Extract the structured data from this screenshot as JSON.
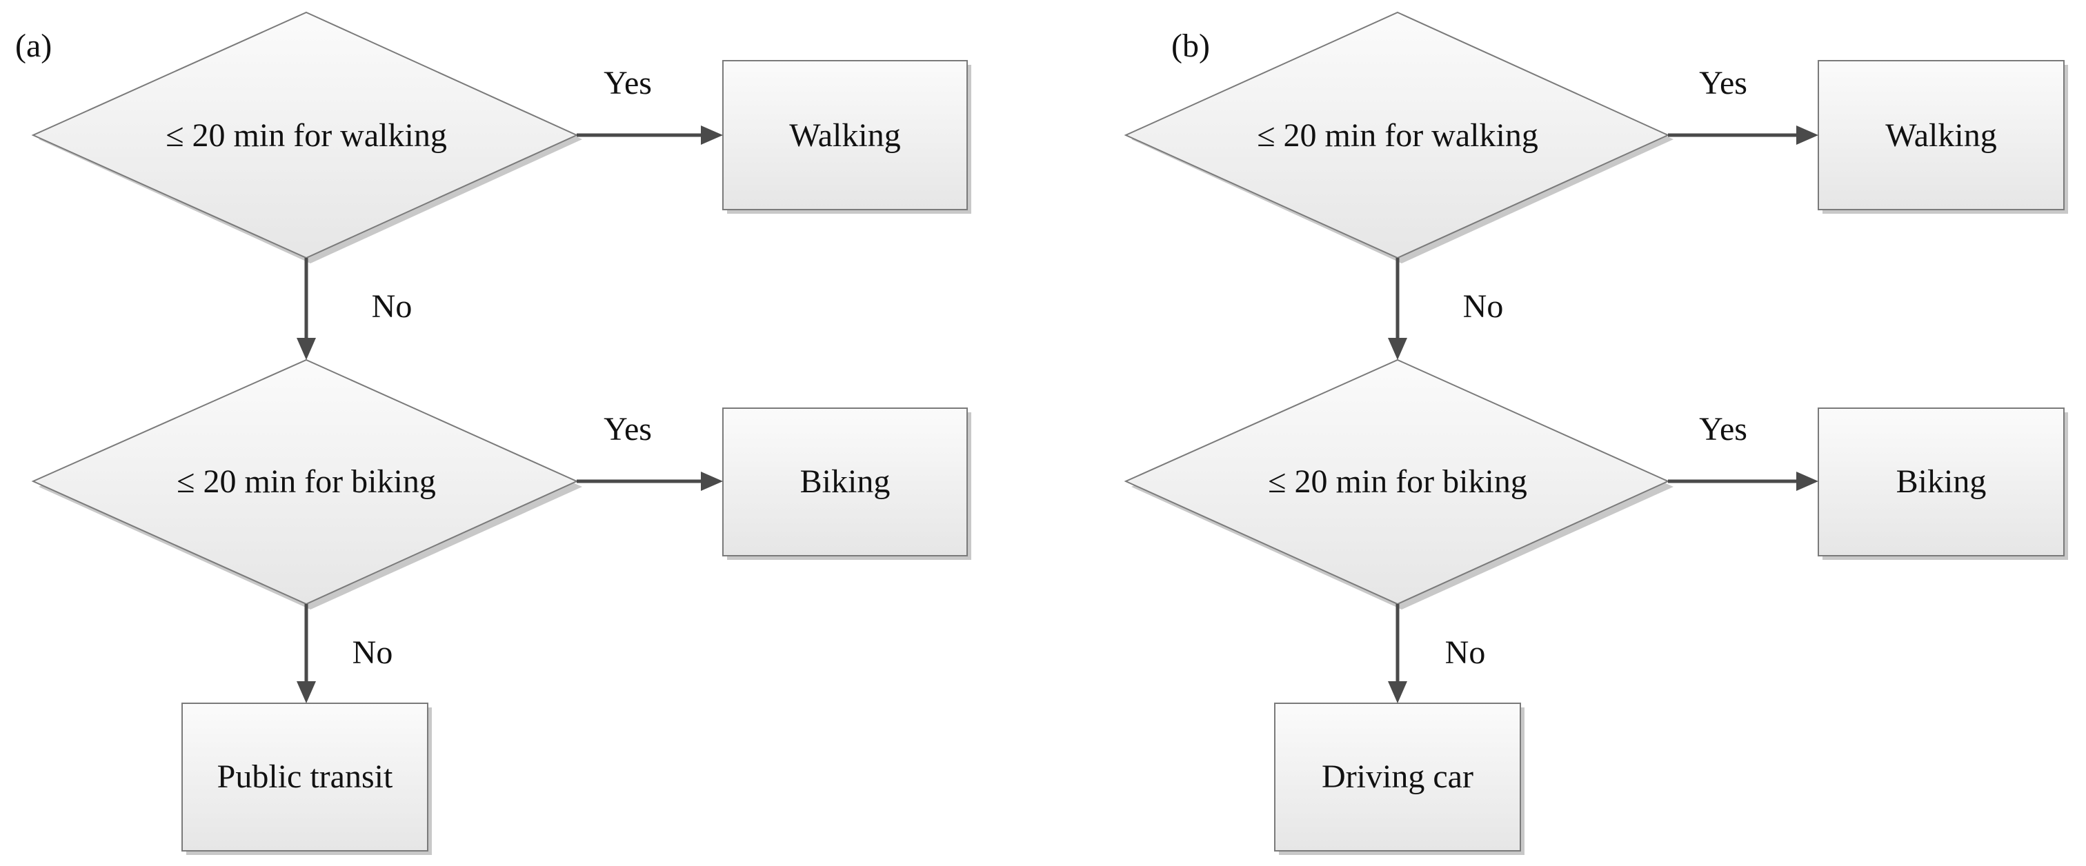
{
  "panels": [
    {
      "label": "(a)",
      "decision1": "≤  20 min for walking",
      "decision2": "≤  20 min for biking",
      "outcome1": "Walking",
      "outcome2": "Biking",
      "outcome3": "Public transit",
      "yes1": "Yes",
      "no1": "No",
      "yes2": "Yes",
      "no2": "No"
    },
    {
      "label": "(b)",
      "decision1": "≤  20 min for walking",
      "decision2": "≤  20 min for biking",
      "outcome1": "Walking",
      "outcome2": "Biking",
      "outcome3": "Driving car",
      "yes1": "Yes",
      "no1": "No",
      "yes2": "Yes",
      "no2": "No"
    }
  ],
  "colors": {
    "box_fill_top": "#fbfbfb",
    "box_fill_bottom": "#e6e6e6",
    "border": "#7a7a7a",
    "arrow": "#4a4a4a"
  }
}
